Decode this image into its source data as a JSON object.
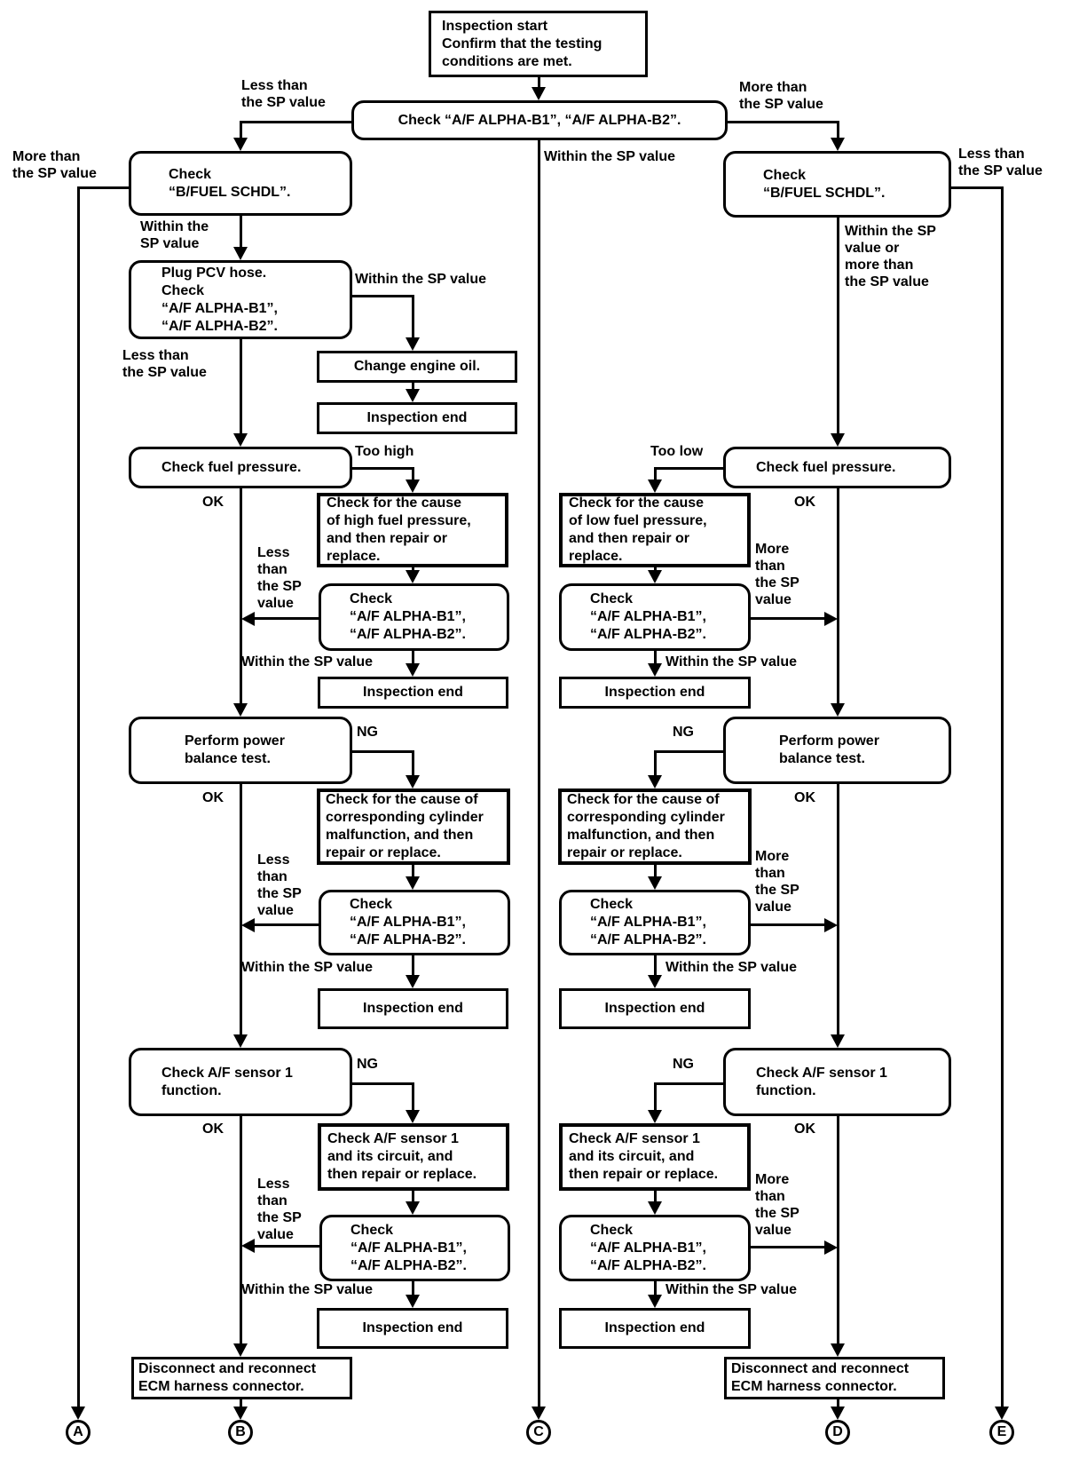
{
  "boxes": {
    "inspection_start": "Inspection start\nConfirm that the testing\nconditions are met.",
    "check_af_main": "Check “A/F ALPHA-B1”, “A/F ALPHA-B2”.",
    "check_bfuel": "Check\n“B/FUEL SCHDL”.",
    "plug_pcv": "Plug PCV hose.\nCheck\n“A/F ALPHA-B1”,\n“A/F ALPHA-B2”.",
    "change_oil": "Change engine oil.",
    "inspection_end": "Inspection end",
    "check_fuel_pressure": "Check fuel pressure.",
    "cause_high_fuel": "Check for the cause\nof high fuel pressure,\nand then repair or\nreplace.",
    "cause_low_fuel": "Check for the cause\nof low fuel pressure,\nand then repair or\nreplace.",
    "check_af_sub": "Check\n“A/F ALPHA-B1”,\n“A/F ALPHA-B2”.",
    "power_balance": "Perform power\nbalance test.",
    "cause_cylinder": "Check for the cause of\ncorresponding cylinder\nmalfunction, and then\nrepair or replace.",
    "check_af_sensor": "Check A/F sensor 1\nfunction.",
    "sensor_circuit": "Check A/F sensor 1\nand its circuit, and\nthen repair or replace.",
    "disconnect_ecm": "Disconnect and reconnect\nECM harness connector."
  },
  "labels": {
    "less_than_sp": "Less than\nthe SP value",
    "more_than_sp": "More than\nthe SP value",
    "within_sp_2l": "Within the\nSP value",
    "within_sp": "Within the SP value",
    "within_or_more": "Within the SP\nvalue or\nmore than\nthe SP value",
    "less_than_sp_4l": "Less\nthan\nthe SP\nvalue",
    "more_than_sp_4l": "More\nthan\nthe SP\nvalue",
    "too_high": "Too high",
    "too_low": "Too low",
    "ok": "OK",
    "ng": "NG"
  },
  "terminals": {
    "a": "A",
    "b": "B",
    "c": "C",
    "d": "D",
    "e": "E"
  }
}
